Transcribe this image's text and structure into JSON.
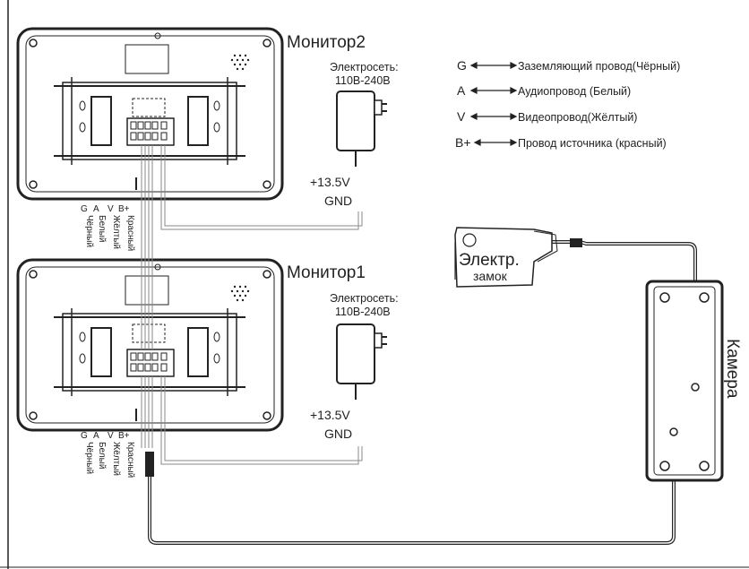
{
  "monitor2": {
    "title": "Монитор2",
    "power_label": "Электросеть:",
    "voltage": "110В-240В",
    "out_plus": "+13.5V",
    "out_gnd": "GND"
  },
  "monitor1": {
    "title": "Монитор1",
    "power_label": "Электросеть:",
    "voltage": "110В-240В",
    "out_plus": "+13.5V",
    "out_gnd": "GND"
  },
  "legend": [
    {
      "code": "G",
      "text": "Заземляющий провод(Чёрный)"
    },
    {
      "code": "A",
      "text": "Аудиопровод (Белый)"
    },
    {
      "code": "V",
      "text": "Видеопровод(Жёлтый)"
    },
    {
      "code": "B+",
      "text": "Провод источника (красный)"
    }
  ],
  "wire_codes": [
    "G",
    "A",
    "V",
    "B+"
  ],
  "wire_colors": [
    "Чёрный",
    "Белый",
    "Жёлтый",
    "Красный"
  ],
  "lock": {
    "line1": "Электр.",
    "line2": "замок"
  },
  "camera": {
    "label": "Камера"
  },
  "colors": {
    "line": "#222222",
    "body": "#ffffff",
    "panel": "#f2f2f2",
    "wire": "#888888"
  }
}
